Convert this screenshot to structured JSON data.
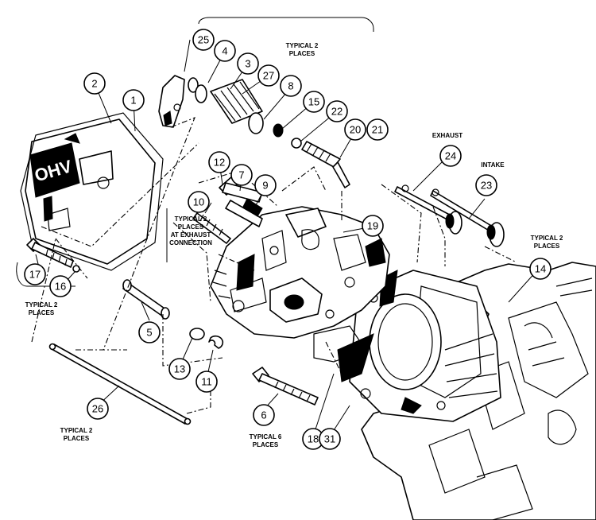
{
  "callouts": [
    "1",
    "2",
    "3",
    "4",
    "5",
    "6",
    "7",
    "8",
    "9",
    "10",
    "11",
    "12",
    "13",
    "14",
    "15",
    "16",
    "17",
    "18",
    "19",
    "20",
    "21",
    "22",
    "23",
    "24",
    "25",
    "26",
    "27",
    "31"
  ],
  "notes": {
    "valve_train": [
      "TYPICAL 2",
      "PLACES"
    ],
    "exhaust_label": "EXHAUST",
    "intake_label": "INTAKE",
    "exhaust_connection": [
      "TYPICAL 2",
      "PLACES",
      "AT EXHAUST",
      "CONNECTION"
    ],
    "cylinder_right": [
      "TYPICAL 2",
      "PLACES"
    ],
    "cover_bolts": [
      "TYPICAL 2",
      "PLACES"
    ],
    "pushrod": [
      "TYPICAL 2",
      "PLACES"
    ],
    "head_bolts": [
      "TYPICAL 6",
      "PLACES"
    ]
  },
  "cover_lettering": "OHV"
}
